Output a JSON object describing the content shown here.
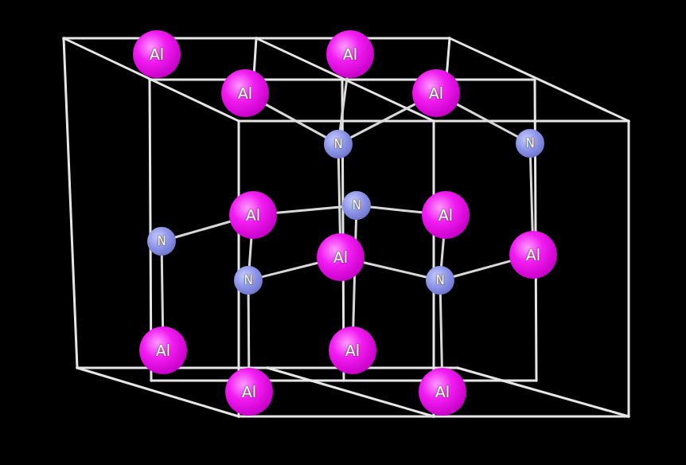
{
  "diagram": {
    "nodes": [
      {
        "text": [
          "Al"
        ]
      },
      {
        "text": [
          "Al"
        ]
      },
      {
        "text": [
          "Al"
        ]
      },
      {
        "text": [
          "Al"
        ]
      },
      {
        "text": [
          "N"
        ]
      },
      {
        "text": [
          "N"
        ]
      },
      {
        "text": [
          "Al"
        ]
      },
      {
        "text": [
          "Al"
        ]
      },
      {
        "text": [
          "N"
        ]
      },
      {
        "text": [
          "N"
        ]
      },
      {
        "text": [
          "Al"
        ]
      },
      {
        "text": [
          "Al"
        ]
      },
      {
        "text": [
          "N"
        ]
      },
      {
        "text": [
          "N"
        ]
      },
      {
        "text": [
          "Al"
        ]
      },
      {
        "text": [
          "Al"
        ]
      },
      {
        "text": [
          "Al"
        ]
      },
      {
        "text": [
          "Al"
        ]
      }
    ],
    "edges": [
      {
        "from": 2,
        "to": 4,
        "arrow": "none"
      },
      {
        "from": 4,
        "to": 3,
        "arrow": "none"
      },
      {
        "from": 1,
        "to": 4,
        "arrow": "none"
      },
      {
        "from": 4,
        "to": 10,
        "arrow": "none"
      },
      {
        "from": 3,
        "to": 5,
        "arrow": "none"
      },
      {
        "from": 5,
        "to": 11,
        "arrow": "none"
      },
      {
        "from": 8,
        "to": 6,
        "arrow": "none"
      },
      {
        "from": 6,
        "to": 9,
        "arrow": "none"
      },
      {
        "from": 6,
        "to": 12,
        "arrow": "none"
      },
      {
        "from": 9,
        "to": 7,
        "arrow": "none"
      },
      {
        "from": 12,
        "to": 10,
        "arrow": "none"
      },
      {
        "from": 10,
        "to": 13,
        "arrow": "none"
      },
      {
        "from": 7,
        "to": 13,
        "arrow": "none"
      },
      {
        "from": 13,
        "to": 11,
        "arrow": "none"
      },
      {
        "from": 8,
        "to": 14,
        "arrow": "none"
      },
      {
        "from": 12,
        "to": 16,
        "arrow": "none"
      },
      {
        "from": 13,
        "to": 17,
        "arrow": "none"
      },
      {
        "from": 9,
        "to": 15,
        "arrow": "none"
      }
    ]
  }
}
